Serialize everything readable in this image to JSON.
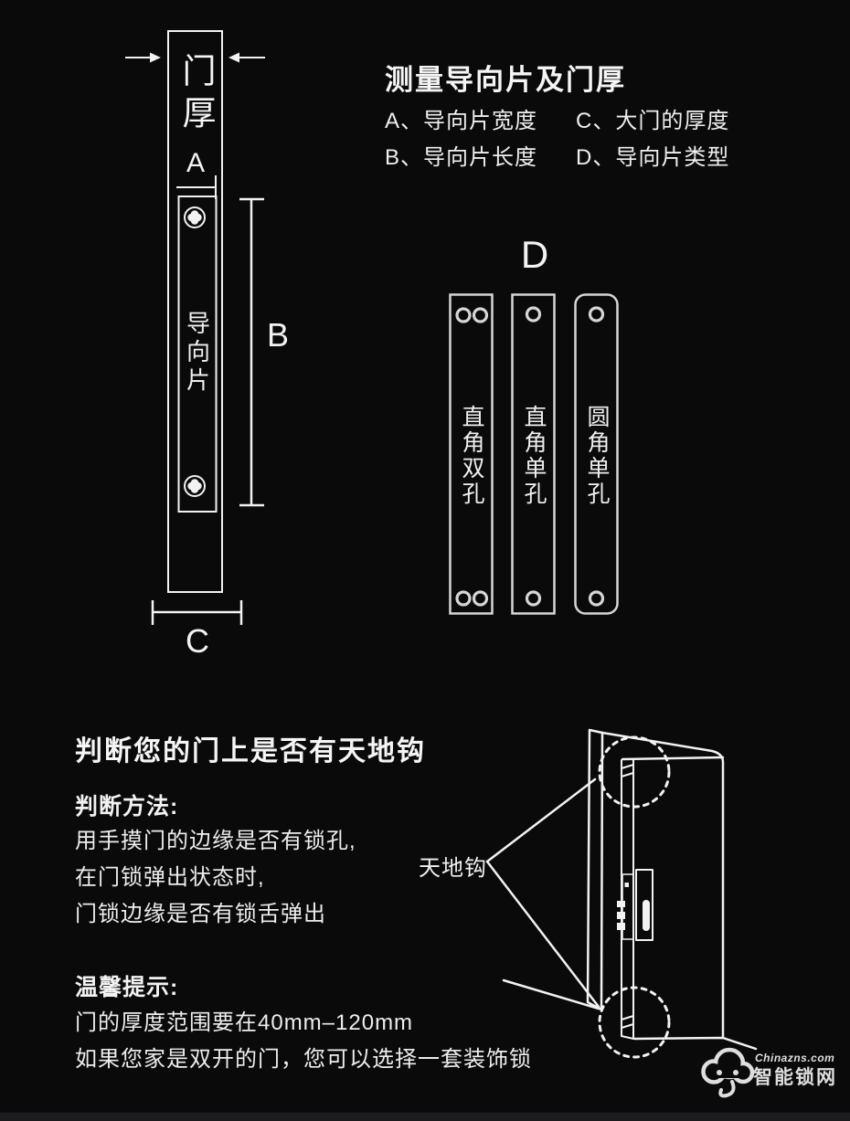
{
  "theme": {
    "background": "#0a0a0b",
    "line_color": "#f2f2f2",
    "plate_line_color": "#d6d6d6",
    "text_color": "#f0f0f0",
    "watermark_color": "#dedede"
  },
  "measure_section": {
    "title": "测量导向片及门厚",
    "legend": [
      "A、导向片宽度",
      "C、大门的厚度",
      "B、导向片长度",
      "D、导向片类型"
    ],
    "door_diagram": {
      "door_label": "门厚",
      "plate_label": "导向片",
      "dim_a": "A",
      "dim_b": "B",
      "dim_c": "C"
    },
    "plate_types": {
      "group_label": "D",
      "plates": [
        {
          "name": "直角双孔",
          "corner": "square",
          "holes_per_end": 2
        },
        {
          "name": "直角单孔",
          "corner": "square",
          "holes_per_end": 1
        },
        {
          "name": "圆角单孔",
          "corner": "round",
          "holes_per_end": 1
        }
      ]
    }
  },
  "hook_section": {
    "title": "判断您的门上是否有天地钩",
    "method_heading": "判断方法:",
    "method_lines": [
      "用手摸门的边缘是否有锁孔,",
      "在门锁弹出状态时,",
      "门锁边缘是否有锁舌弹出"
    ],
    "tips_heading": "温馨提示:",
    "tips_lines": [
      "门的厚度范围要在40mm–120mm",
      "如果您家是双开的门，您可以选择一套装饰锁"
    ],
    "hook_label": "天地钩"
  },
  "watermark": {
    "site": "Chinazns.com",
    "name": "智能锁网"
  }
}
